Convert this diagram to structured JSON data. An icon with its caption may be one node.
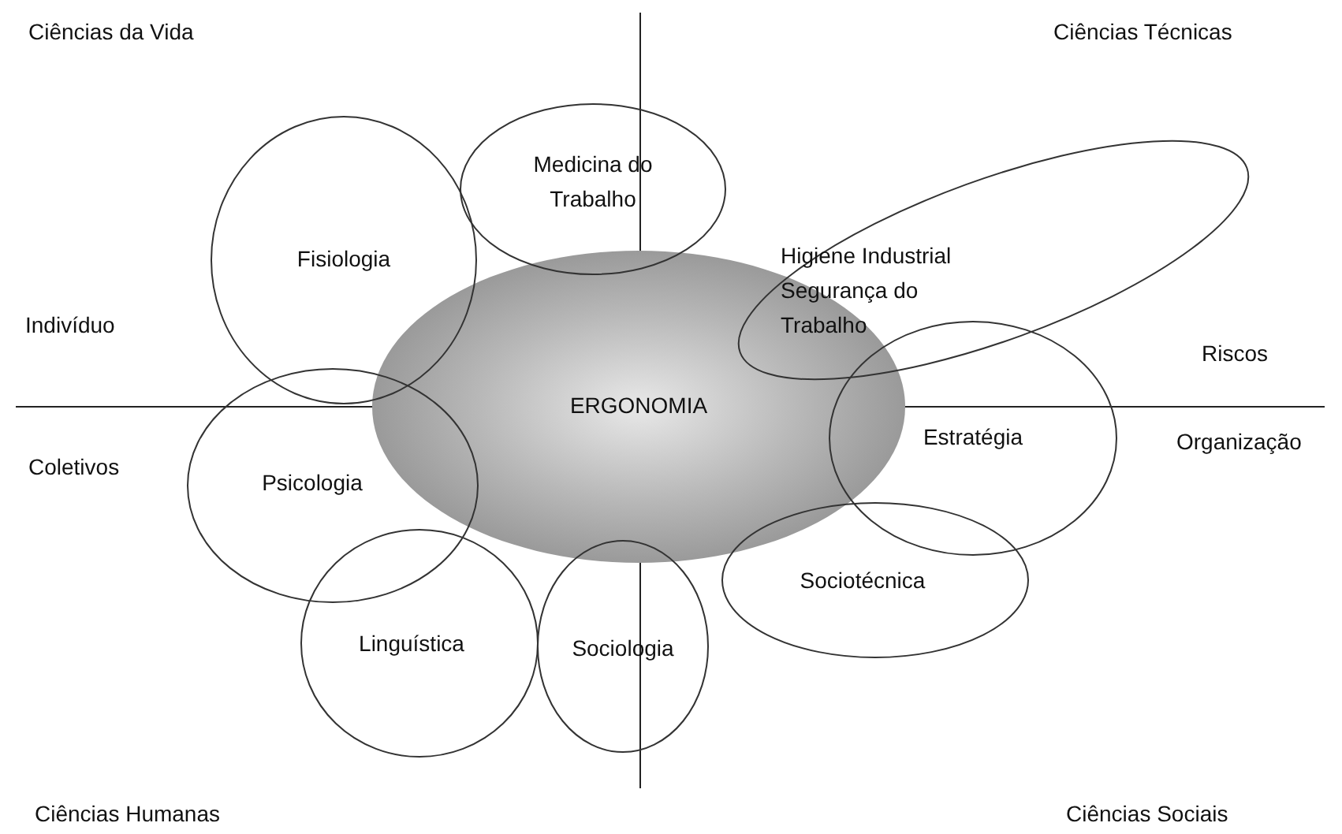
{
  "diagram": {
    "nodes": [
      {
        "text": [
          "Medicina do Trabalho"
        ]
      },
      {
        "text": [
          "Fisiologia"
        ]
      },
      {
        "text": [
          "Higiene Industrial",
          "Segurança do Trabalho"
        ]
      },
      {
        "text": [
          "ERGONOMIA"
        ]
      },
      {
        "text": [
          "Estratégia"
        ]
      },
      {
        "text": [
          "Psicologia"
        ]
      },
      {
        "text": [
          "Sociotécnica"
        ]
      },
      {
        "text": [
          "Linguística"
        ]
      },
      {
        "text": [
          "Sociologia"
        ]
      }
    ],
    "labels": [
      "Ciências da Vida",
      "Ciências Técnicas",
      "Indivíduo",
      "Riscos",
      "Coletivos",
      "Organização",
      "Ciências Humanas",
      "Ciências Sociais"
    ]
  }
}
